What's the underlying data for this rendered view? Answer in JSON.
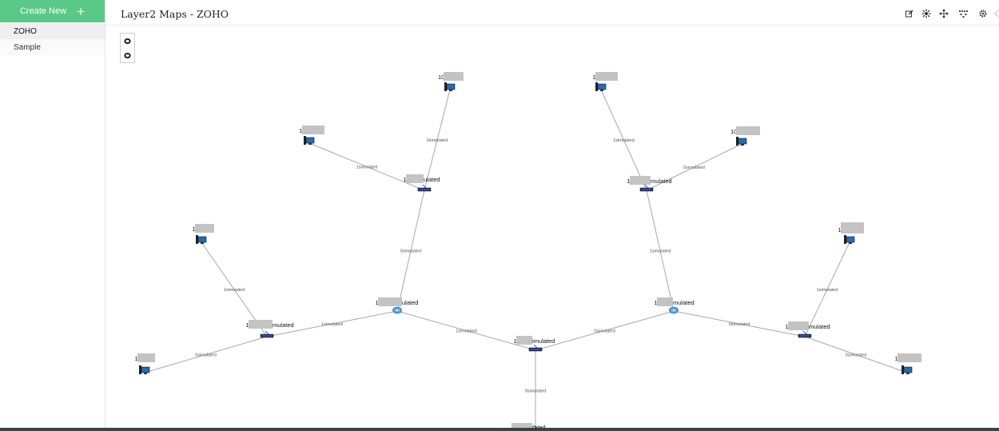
{
  "sidebar": {
    "create_new": "Create New",
    "items": [
      {
        "label": "ZOHO"
      },
      {
        "label": "Sample"
      }
    ]
  },
  "header": {
    "title": "Layer2 Maps - ZOHO",
    "tools": [
      "edit-icon",
      "settings-network-icon",
      "layout-icon",
      "topology-icon",
      "gear-icon"
    ]
  },
  "zoom": {
    "zoom_in_icon": "zoom-in-icon",
    "zoom_out_icon": "zoom-out-icon"
  },
  "map": {
    "colors": {
      "edge": "#a8a8a8",
      "accent": "#59c987"
    },
    "nodes": [
      {
        "id": "sw-root",
        "type": "switch",
        "label_prefix": "1",
        "label_suffix": "imulated"
      },
      {
        "id": "sw-bottom",
        "type": "switch",
        "label_prefix": "",
        "label_suffix": "tated"
      },
      {
        "id": "rt-left",
        "type": "router",
        "label_prefix": "1",
        "label_suffix": "ulated"
      },
      {
        "id": "rt-right",
        "type": "router",
        "label_prefix": "1",
        "label_suffix": "mulated"
      },
      {
        "id": "sw-left",
        "type": "switch",
        "label_prefix": "1",
        "label_suffix": "mulated"
      },
      {
        "id": "sw-ul",
        "type": "switch",
        "label_prefix": "1",
        "label_suffix": "ulated"
      },
      {
        "id": "sw-ur",
        "type": "switch",
        "label_prefix": "1",
        "label_suffix": "mulated"
      },
      {
        "id": "sw-right",
        "type": "switch",
        "label_prefix": "1",
        "label_suffix": "mulated"
      },
      {
        "id": "pc-1",
        "type": "pc",
        "label_prefix": "1",
        "label_suffix": ""
      },
      {
        "id": "pc-2",
        "type": "pc",
        "label_prefix": "1",
        "label_suffix": ""
      },
      {
        "id": "pc-3",
        "type": "pc",
        "label_prefix": "1",
        "label_suffix": ""
      },
      {
        "id": "pc-4",
        "type": "pc",
        "label_prefix": "10",
        "label_suffix": ""
      },
      {
        "id": "pc-5",
        "type": "pc",
        "label_prefix": "1",
        "label_suffix": ""
      },
      {
        "id": "pc-6",
        "type": "pc",
        "label_prefix": "10",
        "label_suffix": ""
      },
      {
        "id": "pc-7",
        "type": "pc",
        "label_prefix": "1",
        "label_suffix": ""
      },
      {
        "id": "pc-8",
        "type": "pc",
        "label_prefix": "1",
        "label_suffix": ""
      }
    ],
    "edges": [
      {
        "from": "sw-root",
        "to": "sw-bottom",
        "label": "0simulated"
      },
      {
        "from": "sw-root",
        "to": "rt-left",
        "label": "1simulated"
      },
      {
        "from": "sw-root",
        "to": "rt-right",
        "label": "0simulated"
      },
      {
        "from": "rt-left",
        "to": "sw-left",
        "label": "1simulated"
      },
      {
        "from": "rt-left",
        "to": "sw-ul",
        "label": "0simulated"
      },
      {
        "from": "rt-right",
        "to": "sw-ur",
        "label": "1simulated"
      },
      {
        "from": "rt-right",
        "to": "sw-right",
        "label": "0simulated"
      },
      {
        "from": "sw-left",
        "to": "pc-1",
        "label": "0simulated"
      },
      {
        "from": "sw-left",
        "to": "pc-2",
        "label": "1simulated"
      },
      {
        "from": "sw-ul",
        "to": "pc-3",
        "label": "1simulated"
      },
      {
        "from": "sw-ul",
        "to": "pc-4",
        "label": "0simulated"
      },
      {
        "from": "sw-ur",
        "to": "pc-5",
        "label": "1simulated"
      },
      {
        "from": "sw-ur",
        "to": "pc-6",
        "label": "0simulated"
      },
      {
        "from": "sw-right",
        "to": "pc-7",
        "label": "1simulated"
      },
      {
        "from": "sw-right",
        "to": "pc-8",
        "label": "0simulated"
      }
    ]
  }
}
